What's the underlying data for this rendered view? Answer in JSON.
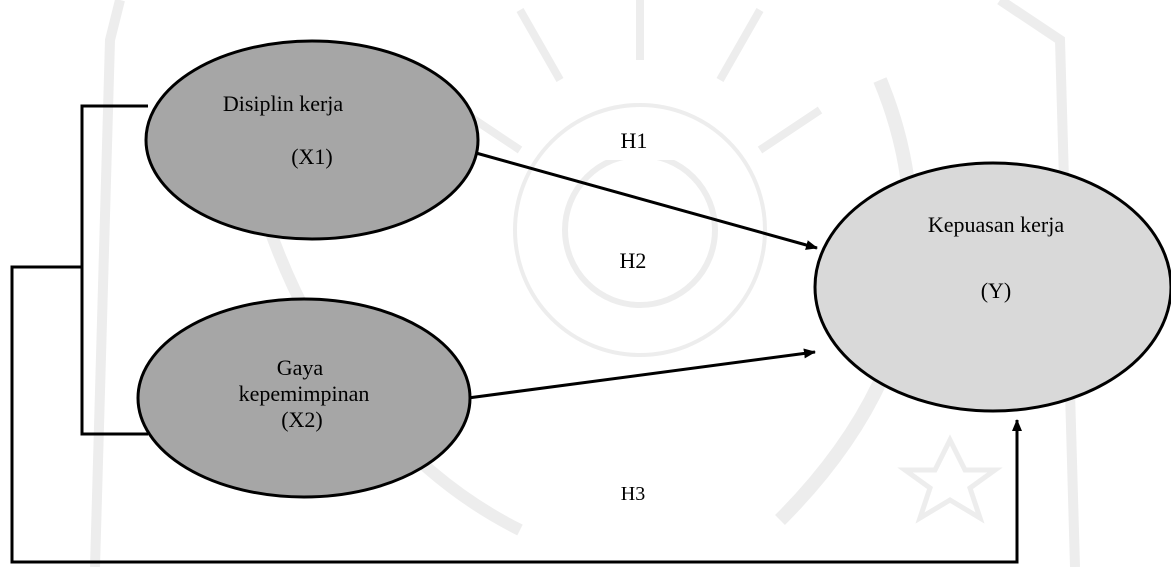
{
  "diagram": {
    "nodes": {
      "x1": {
        "name": "Disiplin kerja",
        "code": "(X1)"
      },
      "x2": {
        "line1": "Gaya",
        "line2": "kepemimpinan",
        "code": "(X2)"
      },
      "y": {
        "name": "Kepuasan kerja",
        "code": "(Y)"
      }
    },
    "hypotheses": {
      "h1": "H1",
      "h2": "H2",
      "h3": "H3"
    },
    "colors": {
      "ellipse_independent": "#a6a6a6",
      "ellipse_dependent": "#d9d9d9",
      "stroke": "#000000",
      "watermark": "#ededed"
    }
  }
}
